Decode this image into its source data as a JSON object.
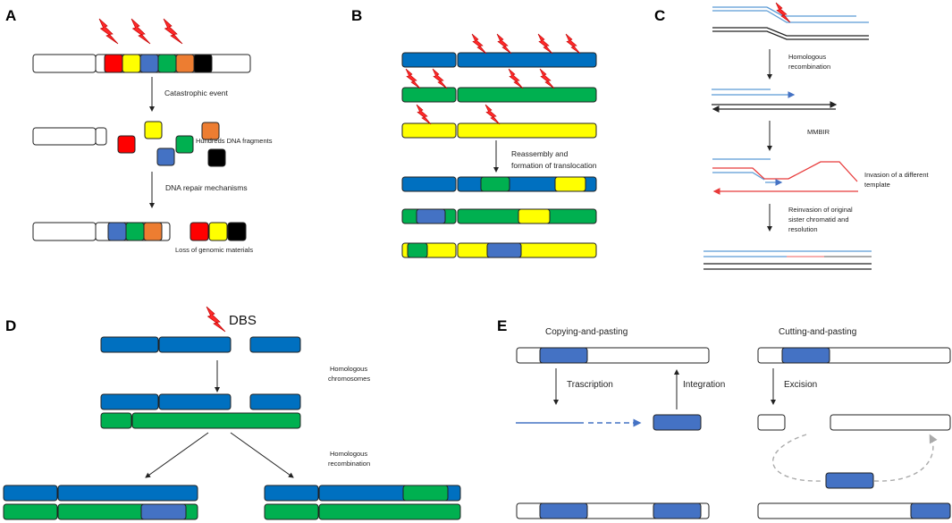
{
  "colors": {
    "red": "#ff0000",
    "yellow": "#ffff00",
    "blue": "#4472c4",
    "blue_dark": "#0070c0",
    "green": "#00b050",
    "orange": "#ed7d31",
    "black": "#000000",
    "bolt": "#ff2a2a",
    "pink": "#f4a3a3",
    "light_blue": "#5b9bd5"
  },
  "icons": [
    "lightning-bolt-icon",
    "arrow-down-icon",
    "arrow-up-icon",
    "arrow-right-icon"
  ],
  "panels": {
    "A": {
      "letter": "A",
      "catastrophic_event": "Catastrophic event",
      "fragments": "Hundreds DNA fragments",
      "repair": "DNA repair mechanisms",
      "loss": "Loss of genomic materials"
    },
    "B": {
      "letter": "B",
      "reassembly_line1": "Reassembly and",
      "reassembly_line2": "formation of translocation"
    },
    "C": {
      "letter": "C",
      "homologous_line1": "Homologous",
      "homologous_line2": "recombination",
      "mmbir": "MMBIR",
      "invasion_line1": "Invasion of a different",
      "invasion_line2": "template",
      "reinvasion_line1": "Reinvasion of original",
      "reinvasion_line2": "sister chromatid and",
      "reinvasion_line3": "resolution"
    },
    "D": {
      "letter": "D",
      "dbs": "DBS",
      "homologous_chromosomes_line1": "Homologous",
      "homologous_chromosomes_line2": "chromosomes",
      "homologous_recombination_line1": "Homologous",
      "homologous_recombination_line2": "recombination"
    },
    "E": {
      "letter": "E",
      "copying": "Copying-and-pasting",
      "transcription": "Trascription",
      "integration": "Integration",
      "cutting": "Cutting-and-pasting",
      "excision": "Excision"
    }
  }
}
